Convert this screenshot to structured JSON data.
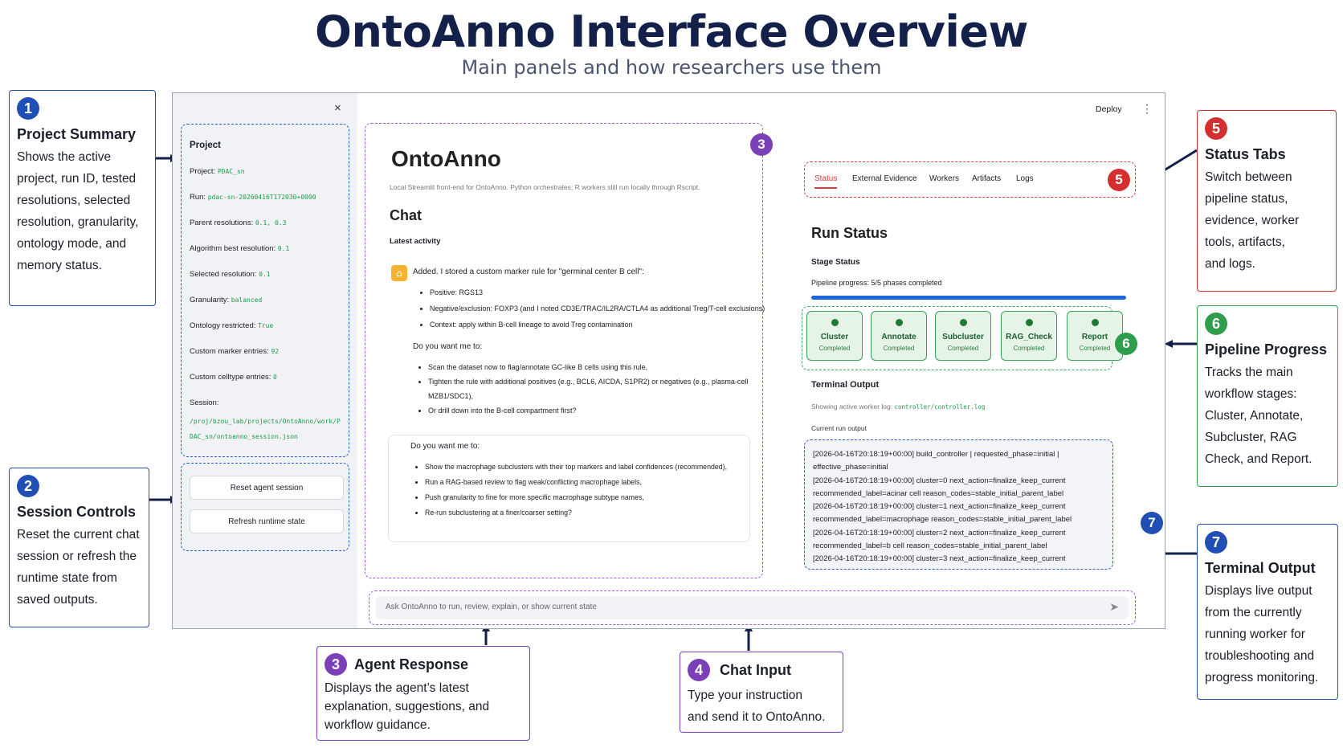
{
  "header": {
    "title": "OntoAnno Interface Overview",
    "subtitle": "Main panels and how researchers use them"
  },
  "callouts": {
    "c1": {
      "num": "1",
      "title": "Project Summary",
      "lines": [
        "Shows the active",
        "project, run ID, tested",
        "resolutions, selected",
        "resolution, granularity,",
        "ontology mode, and",
        "memory status."
      ]
    },
    "c2": {
      "num": "2",
      "title": "Session Controls",
      "lines": [
        "Reset the current chat",
        "session or refresh the",
        "runtime state from",
        "saved outputs."
      ]
    },
    "c3": {
      "num": "3",
      "title": "Agent Response",
      "lines": [
        "Displays the agent’s latest",
        "explanation, suggestions, and",
        "workflow guidance."
      ]
    },
    "c4": {
      "num": "4",
      "title": "Chat Input",
      "lines": [
        "Type your instruction",
        "and send it to OntoAnno."
      ]
    },
    "c5": {
      "num": "5",
      "title": "Status Tabs",
      "lines": [
        "Switch between",
        "pipeline status,",
        "evidence, worker",
        "tools, artifacts,",
        "and logs."
      ]
    },
    "c6": {
      "num": "6",
      "title": "Pipeline Progress",
      "lines": [
        "Tracks the main",
        "workflow stages:",
        "Cluster, Annotate,",
        "Subcluster, RAG",
        "Check, and Report."
      ]
    },
    "c7": {
      "num": "7",
      "title": "Terminal Output",
      "lines": [
        "Displays live output",
        "from the currently",
        "running worker for",
        "troubleshooting and",
        "progress monitoring."
      ]
    }
  },
  "sidebar": {
    "close_glyph": "×",
    "section_title": "Project",
    "rows": [
      {
        "label": "Project:",
        "value": "PDAC_sn"
      },
      {
        "label": "Run:",
        "value": "pdac-sn-20260416T172030+0000"
      },
      {
        "label": "Parent resolutions:",
        "value": "0.1, 0.3"
      },
      {
        "label": "Algorithm best resolution:",
        "value": "0.1"
      },
      {
        "label": "Selected resolution:",
        "value": "0.1"
      },
      {
        "label": "Granularity:",
        "value": "balanced"
      },
      {
        "label": "Ontology restricted:",
        "value": "True"
      },
      {
        "label": "Custom marker entries:",
        "value": "92"
      },
      {
        "label": "Custom celltype entries:",
        "value": "0"
      }
    ],
    "session_label": "Session:",
    "session_path_1": "/proj/bzou_lab/projects/OntoAnno/work/P",
    "session_path_2": "DAC_sn/ontoanno_session.json",
    "reset_button": "Reset agent session",
    "refresh_button": "Refresh runtime state"
  },
  "main": {
    "app_title": "OntoAnno",
    "caption": "Local Streamlit front-end for OntoAnno. Python orchestrates; R workers still run locally through Rscript.",
    "chat_heading": "Chat",
    "latest_activity": "Latest activity",
    "message_intro": "Added. I stored a custom marker rule for \"germinal center B cell\":",
    "rule_items": [
      "Positive: RGS13",
      "Negative/exclusion: FOXP3 (and I noted CD3E/TRAC/IL2RA/CTLA4 as additional Treg/T-cell exclusions)",
      "Context: apply within B-cell lineage to avoid Treg contamination"
    ],
    "question": "Do you want me to:",
    "option_items": [
      "Scan the dataset now to flag/annotate GC-like B cells using this rule,",
      "Tighten the rule with additional positives (e.g., BCL6, AICDA, S1PR2) or negatives (e.g., plasma-cell",
      "MZB1/SDC1),",
      "Or drill down into the B-cell compartment first?"
    ],
    "box_question": "Do you want me to:",
    "box_items": [
      "Show the macrophage subclusters with their top markers and label confidences (recommended),",
      "Run a RAG-based review to flag weak/conflicting macrophage labels,",
      "Push granularity to fine for more specific macrophage subtype names,",
      "Re-run subclustering at a finer/coarser setting?"
    ],
    "chat_placeholder": "Ask OntoAnno to run, review, explain, or show current state",
    "send_glyph": "➤"
  },
  "right": {
    "deploy": "Deploy",
    "menu_glyph": "⋮",
    "tabs": [
      "Status",
      "External Evidence",
      "Workers",
      "Artifacts",
      "Logs"
    ],
    "active_tab": "Status",
    "run_status": "Run Status",
    "stage_status": "Stage Status",
    "pipeline_progress_text": "Pipeline progress: 5/5 phases completed",
    "progress_fraction": 1.0,
    "stages": [
      {
        "name": "Cluster",
        "status": "Completed"
      },
      {
        "name": "Annotate",
        "status": "Completed"
      },
      {
        "name": "Subcluster",
        "status": "Completed"
      },
      {
        "name": "RAG_Check",
        "status": "Completed"
      },
      {
        "name": "Report",
        "status": "Completed"
      }
    ],
    "terminal_heading": "Terminal Output",
    "worker_log_label": "Showing active worker log:",
    "worker_log_path": "controller/controller.log",
    "current_run_output": "Current run output",
    "terminal_lines": [
      "[2026-04-16T20:18:19+00:00] build_controller | requested_phase=initial |",
      "effective_phase=initial",
      "[2026-04-16T20:18:19+00:00] cluster=0 next_action=finalize_keep_current",
      "recommended_label=acinar cell reason_codes=stable_initial_parent_label",
      "[2026-04-16T20:18:19+00:00] cluster=1 next_action=finalize_keep_current",
      "recommended_label=macrophage reason_codes=stable_initial_parent_label",
      "[2026-04-16T20:18:19+00:00] cluster=2 next_action=finalize_keep_current",
      "recommended_label=b cell reason_codes=stable_initial_parent_label",
      "[2026-04-16T20:18:19+00:00] cluster=3 next_action=finalize_keep_current"
    ]
  },
  "badges": {
    "b3": "3",
    "b5": "5",
    "b6": "6",
    "b7": "7"
  },
  "colors": {
    "navy": "#13204a",
    "blue": "#1f4fb5",
    "red": "#d32f2f",
    "green": "#2e9e4c",
    "purple": "#7b3fb8"
  }
}
